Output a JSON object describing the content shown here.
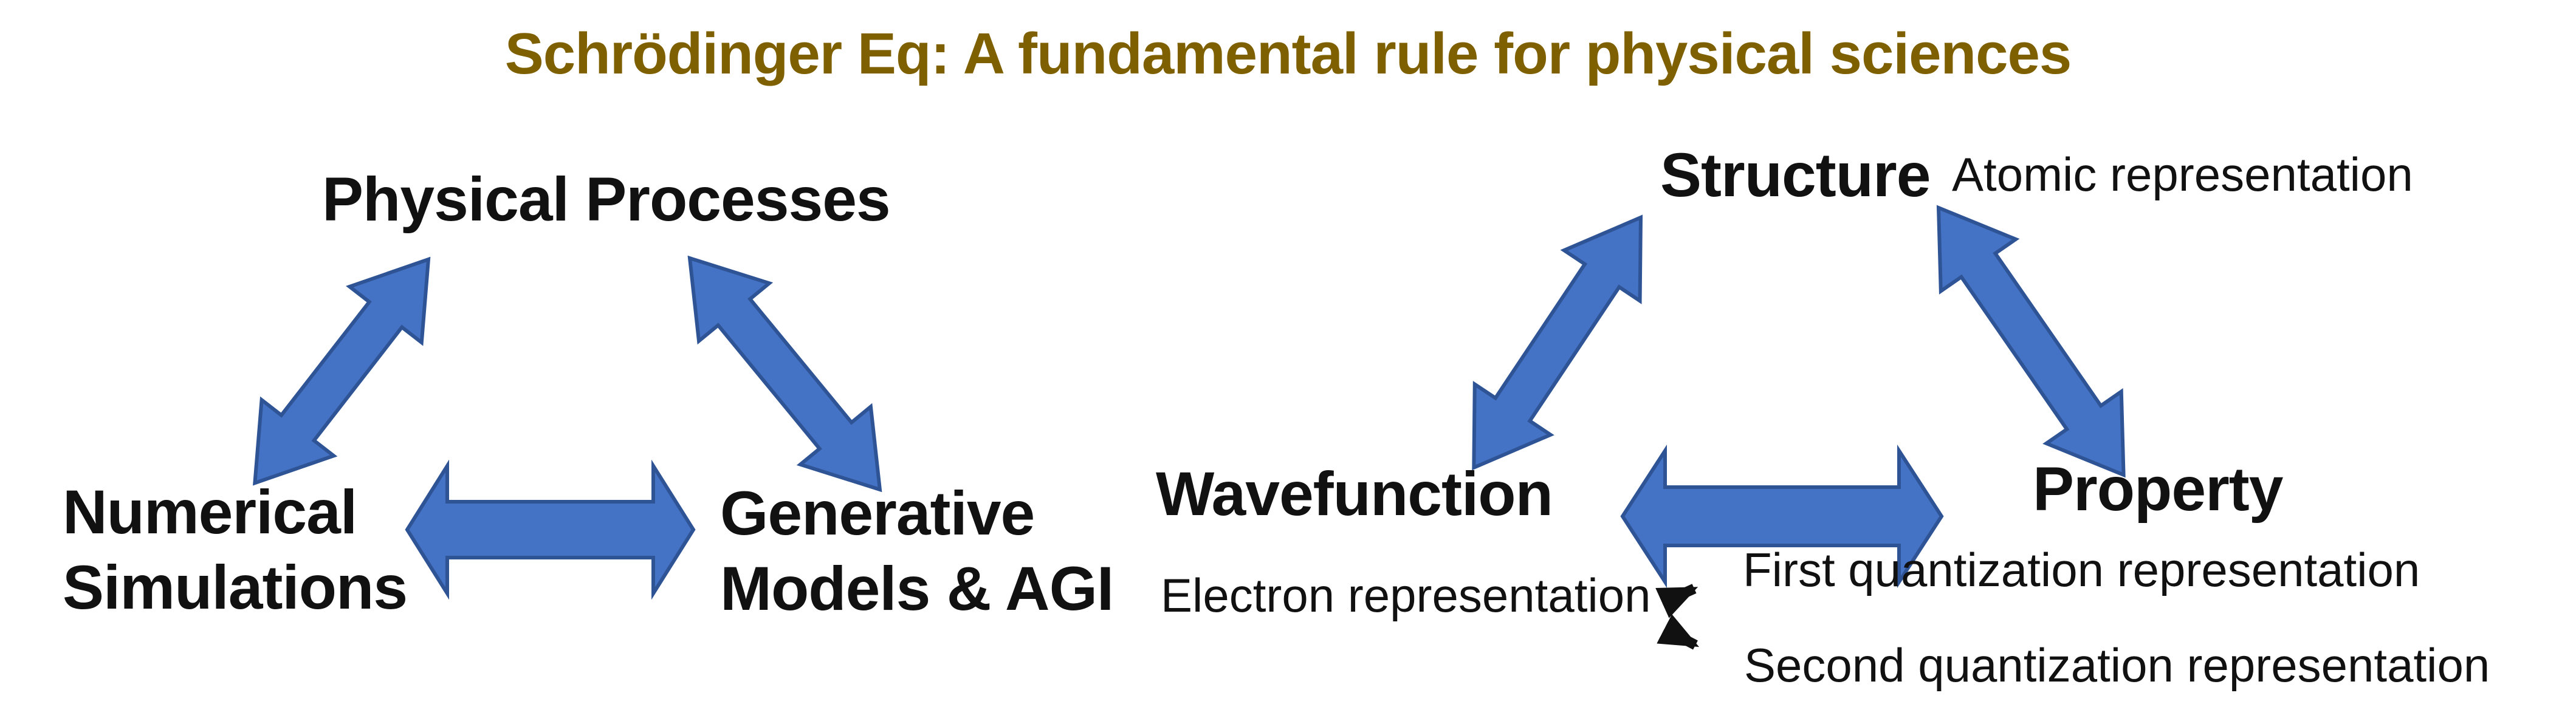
{
  "title": "Schrödinger Eq: A fundamental rule for physical sciences",
  "diagram_left": {
    "top_node": "Physical Processes",
    "bottom_left_node": {
      "line1": "Numerical",
      "line2": "Simulations"
    },
    "bottom_right_node": {
      "line1": "Generative",
      "line2": "Models & AGI"
    }
  },
  "diagram_right": {
    "top_node": "Structure",
    "top_annotation": "Atomic representation",
    "bottom_left_node": "Wavefunction",
    "bottom_right_node": "Property",
    "bottom_left_annotation": "Electron representation",
    "branch_annotations": [
      "First quantization representation",
      "Second quantization representation"
    ]
  },
  "colors": {
    "title": "#7F6000",
    "text": "#111111",
    "arrow_fill": "#4472C4",
    "arrow_stroke": "#2F5496"
  }
}
